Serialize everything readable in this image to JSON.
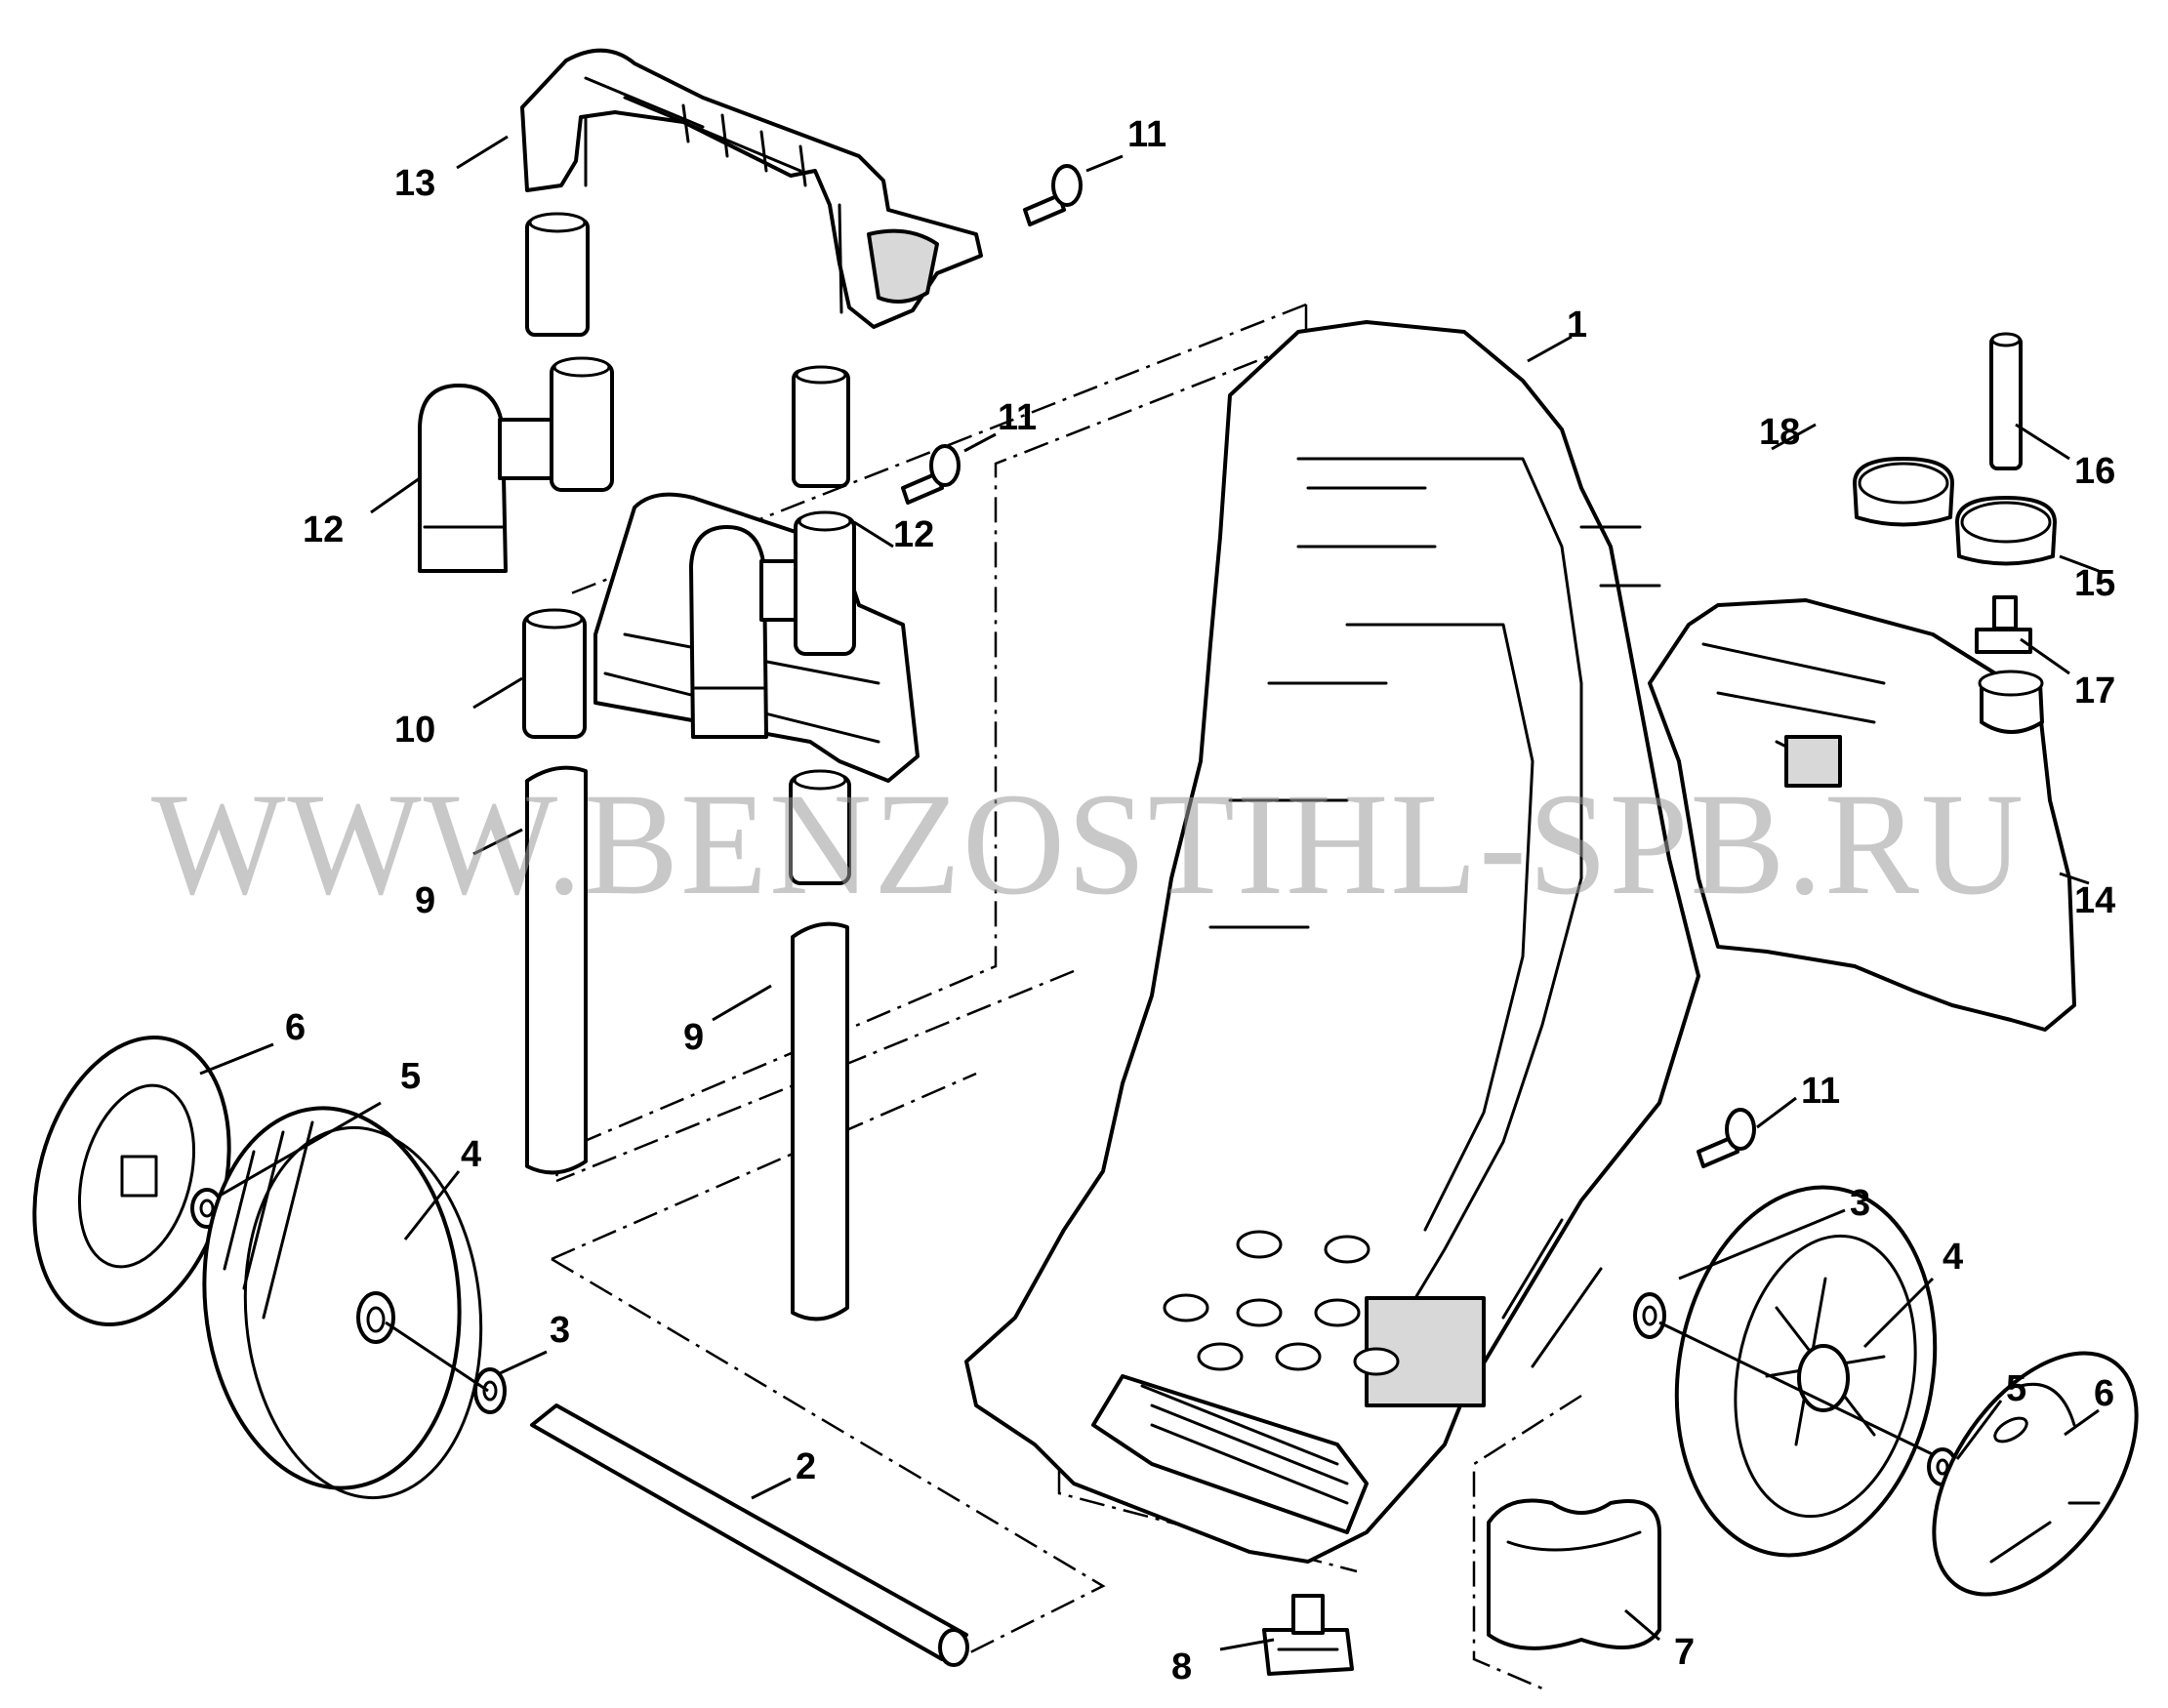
{
  "watermark": "WWW.BENZOSTIHL-SPB.RU",
  "callouts": {
    "c1": "1",
    "c2": "2",
    "c3a": "3",
    "c3b": "3",
    "c4a": "4",
    "c4b": "4",
    "c5a": "5",
    "c5b": "5",
    "c6a": "6",
    "c6b": "6",
    "c7": "7",
    "c8": "8",
    "c9a": "9",
    "c9b": "9",
    "c10": "10",
    "c11a": "11",
    "c11b": "11",
    "c11c": "11",
    "c12a": "12",
    "c12b": "12",
    "c13": "13",
    "c14": "14",
    "c15": "15",
    "c16": "16",
    "c17": "17",
    "c18": "18"
  }
}
